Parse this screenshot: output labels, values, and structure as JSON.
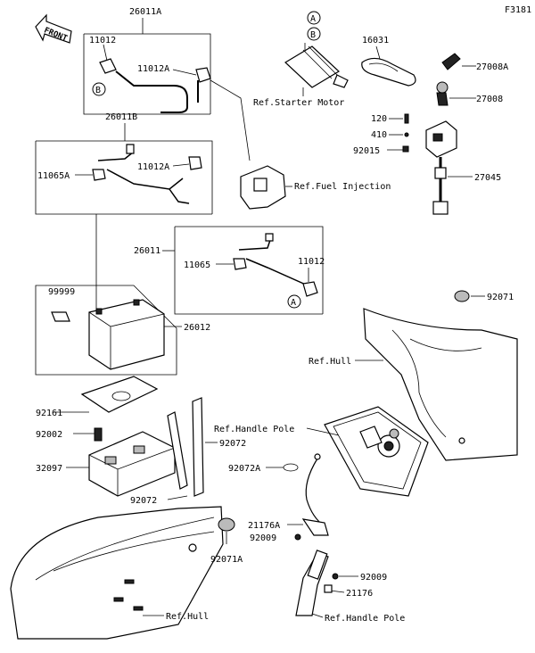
{
  "figure_id": "F3181",
  "front_label": "FRONT",
  "circle_a": "A",
  "circle_b": "B",
  "parts": {
    "p26011A": "26011A",
    "p11012": "11012",
    "p11012A_1": "11012A",
    "p26011B": "26011B",
    "p11065A": "11065A",
    "p11012A_2": "11012A",
    "p26011": "26011",
    "p11065": "11065",
    "p11012_2": "11012",
    "p99999": "99999",
    "p26012": "26012",
    "p16031": "16031",
    "p27008A": "27008A",
    "p27008": "27008",
    "p120": "120",
    "p410": "410",
    "p92015": "92015",
    "p27045": "27045",
    "p92071": "92071",
    "p92161": "92161",
    "p92002": "92002",
    "p32097": "32097",
    "p92072": "92072",
    "p92072_2": "92072",
    "p92072A": "92072A",
    "p21176A": "21176A",
    "p92009": "92009",
    "p92071A": "92071A",
    "p92009_2": "92009",
    "p21176": "21176"
  },
  "refs": {
    "starter_motor": "Ref.Starter Motor",
    "fuel_injection": "Ref.Fuel Injection",
    "hull_1": "Ref.Hull",
    "handle_pole_1": "Ref.Handle Pole",
    "hull_2": "Ref.Hull",
    "handle_pole_2": "Ref.Handle Pole"
  }
}
